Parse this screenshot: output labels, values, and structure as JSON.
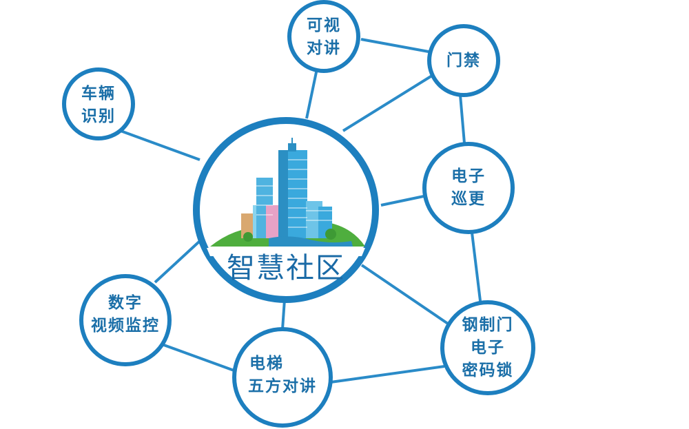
{
  "center": {
    "title": "智慧社区",
    "illustration": "city-buildings-illustration"
  },
  "nodes": {
    "intercom": {
      "line1": "可视",
      "line2": "对讲"
    },
    "access": {
      "line1": "门禁"
    },
    "vehicle": {
      "line1": "车辆",
      "line2": "识别"
    },
    "patrol": {
      "line1": "电子",
      "line2": "巡更"
    },
    "video": {
      "line1": "数字",
      "line2": "视频监控"
    },
    "elevator": {
      "line1": "电梯",
      "line2": "五方对讲"
    },
    "steeldoor": {
      "line1": "钢制门",
      "line2": "电子",
      "line3": "密码锁"
    }
  },
  "colors": {
    "ring": "#1d7fbf",
    "line": "#2a8bc8",
    "text": "#1b6fa8"
  }
}
